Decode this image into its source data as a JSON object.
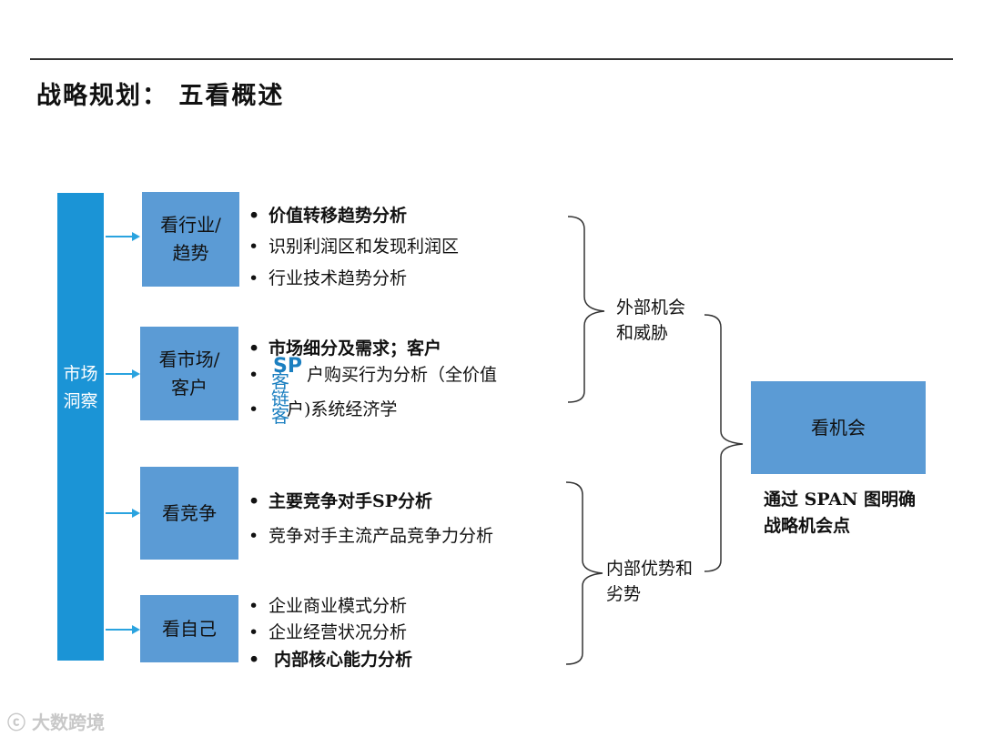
{
  "title": "战略规划： 五看概述",
  "sidebar": {
    "label": "市场洞察"
  },
  "boxes": [
    {
      "label": "看行业/趋势"
    },
    {
      "label": "看市场/客户"
    },
    {
      "label": "看竞争"
    },
    {
      "label": "看自己"
    }
  ],
  "bullets": {
    "industry": [
      "价值转移趋势分析",
      "识别利润区和发现利润区",
      "行业技术趋势分析"
    ],
    "market": [
      "市场细分及需求；客户",
      "户购买行为分析（全价值",
      "户)系统经济学"
    ],
    "competition": [
      "主要竞争对手SP分析",
      "竞争对手主流产品竞争力分析"
    ],
    "self": [
      "企业商业模式分析",
      "企业经营状况分析",
      "内部核心能力分析"
    ]
  },
  "bullet_symbol": "•",
  "overlap_glyphs": {
    "sp": "SP",
    "col": "客链客"
  },
  "external_label": "外部机会和威胁",
  "internal_label": "内部优势和劣势",
  "opportunity_box": "看机会",
  "opportunity_desc": "通过 SPAN 图明确战略机会点",
  "watermark": "大数跨境"
}
